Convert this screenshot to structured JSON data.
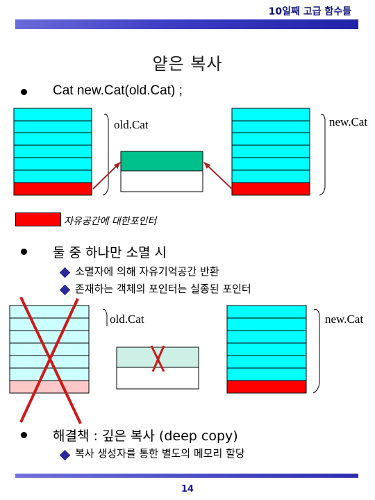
{
  "header": {
    "title": "10일째 고급 함수들"
  },
  "slide": {
    "title": "얕은 복사",
    "page_number": "14"
  },
  "bullets": {
    "item1": "Cat new.Cat(old.Cat) ;",
    "item2": "둘 중 하나만 소멸 시",
    "item2_sub": [
      "소멸자에 의해 자유기억공간 반환",
      "존재하는 객체의 포인터는 실종된 포인터"
    ],
    "item3": "해결책 : 깊은 복사 (deep copy)",
    "item3_sub": [
      "복사 생성자를 통한 별도의 메모리 할당"
    ]
  },
  "diagram": {
    "old_label": "old.Cat",
    "new_label": "new.Cat",
    "legend": "자유공간에 대한포인터",
    "colors": {
      "object_cell": "#00ffff",
      "pointer_cell": "#ff0000",
      "heap_cell": "#00c08c",
      "faded_object": "#ccffff",
      "faded_pointer": "#ffc8c8",
      "faded_heap": "#ccf0e6",
      "arrow": "#a02828",
      "cross": "#cc1a1a"
    }
  }
}
